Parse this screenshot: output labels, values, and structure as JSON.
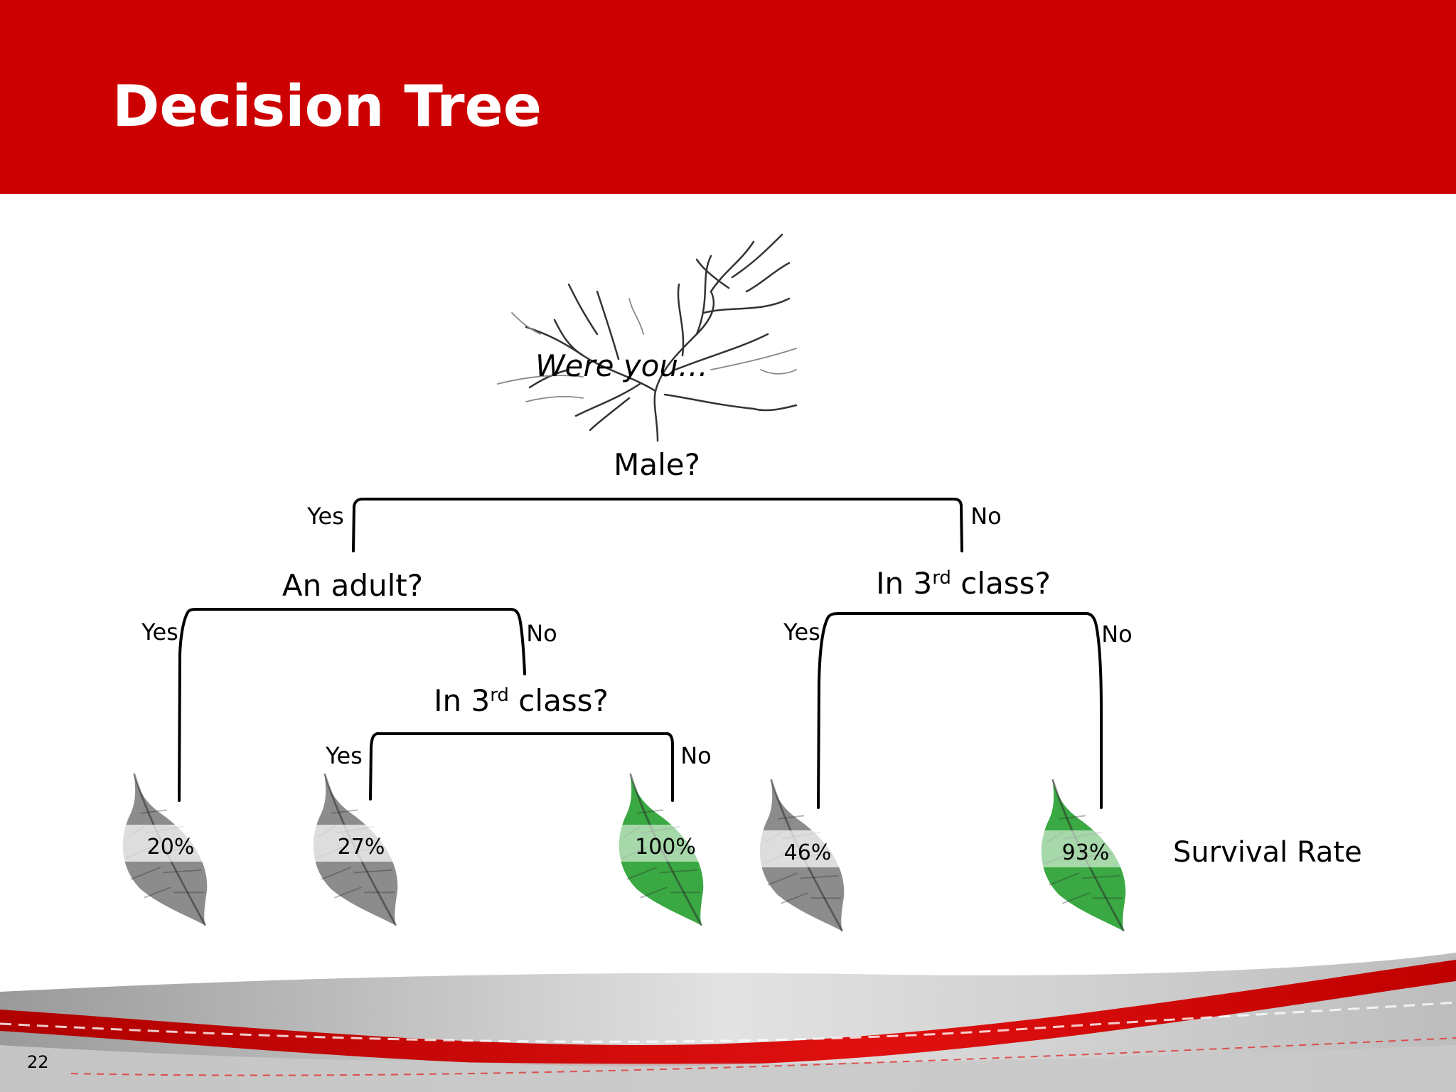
{
  "slide": {
    "title": "Decision Tree",
    "page_number": "22",
    "colors": {
      "header": "#cc0000",
      "leaf_low": "#8c8c8c",
      "leaf_high": "#3aa843"
    }
  },
  "tree": {
    "root_intro": "Were you…",
    "root_question": "Male?",
    "root_yes": "Yes",
    "root_no": "No",
    "male_question": "An adult?",
    "male_yes": "Yes",
    "male_no": "No",
    "boy_question_prefix": "In 3",
    "boy_question_sup": "rd",
    "boy_question_suffix": " class?",
    "boy_yes": "Yes",
    "boy_no": "No",
    "female_question_prefix": "In 3",
    "female_question_sup": "rd",
    "female_question_suffix": " class?",
    "female_yes": "Yes",
    "female_no": "No",
    "leaves": [
      {
        "label": "20%",
        "tone": "grey"
      },
      {
        "label": "27%",
        "tone": "grey"
      },
      {
        "label": "100%",
        "tone": "green"
      },
      {
        "label": "46%",
        "tone": "grey"
      },
      {
        "label": "93%",
        "tone": "green"
      }
    ],
    "leaf_caption": "Survival Rate"
  }
}
